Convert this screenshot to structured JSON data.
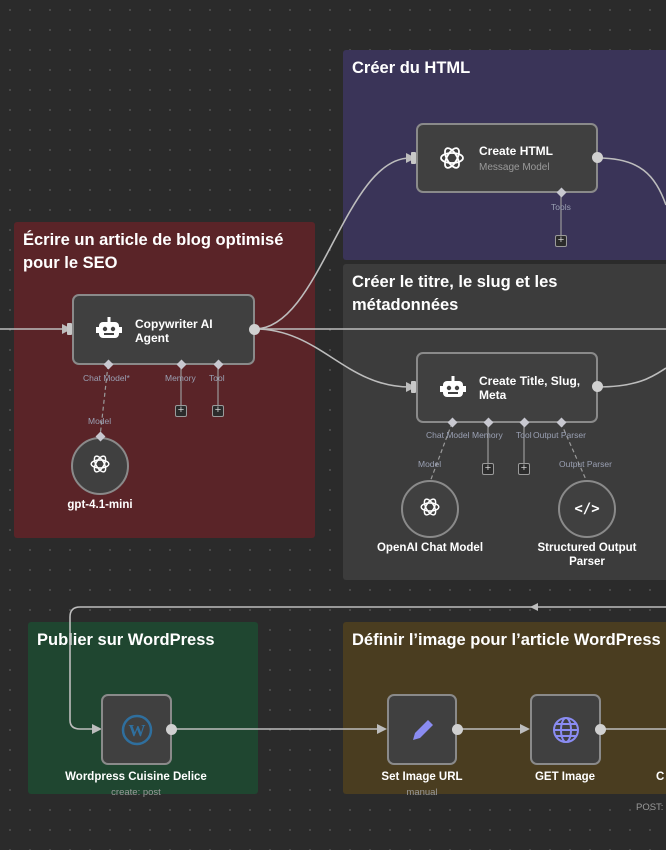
{
  "colors": {
    "canvas": "#2b2b2b",
    "sticky_purple": "#3a3458",
    "sticky_red": "#5a2428",
    "sticky_gray": "#3c3c3c",
    "sticky_green": "#1f4630",
    "sticky_olive": "#4a3d20",
    "wordpress_blue": "#2f6f9e",
    "accent_purple": "#8a8cf2"
  },
  "stickies": {
    "html": {
      "title": "Créer du HTML"
    },
    "seo": {
      "title": "Écrire un article de blog optimisé\npour le SEO"
    },
    "meta": {
      "title": "Créer le titre, le slug et les\nmétadonnées"
    },
    "publish": {
      "title": "Publier sur WordPress"
    },
    "image": {
      "title": "Définir l’image pour l’article WordPress"
    }
  },
  "nodes": {
    "create_html": {
      "label": "Create HTML",
      "sub": "Message Model",
      "port_tools": "Tools",
      "icon": "openai-icon"
    },
    "copywriter": {
      "label": "Copywriter AI\nAgent",
      "icon": "robot-icon",
      "port_chat_model": "Chat Model*",
      "port_memory": "Memory",
      "port_tool": "Tool",
      "port_model": "Model"
    },
    "gpt": {
      "label": "gpt-4.1-mini",
      "icon": "openai-icon"
    },
    "create_title": {
      "label": "Create Title, Slug,\nMeta",
      "icon": "robot-icon",
      "port_chat_model": "Chat Model",
      "port_memory": "Memory",
      "port_tool": "Tool",
      "port_output_parser": "Output Parser",
      "port_model": "Model",
      "port_output_parser_2": "Output Parser"
    },
    "openai_chat": {
      "label": "OpenAI Chat Model",
      "icon": "openai-icon"
    },
    "structured": {
      "label": "Structured Output\nParser",
      "icon": "code-icon"
    },
    "wordpress": {
      "label": "Wordpress Cuisine Delice",
      "sub": "create: post",
      "icon": "wordpress-icon"
    },
    "set_image": {
      "label": "Set Image URL",
      "sub": "manual",
      "icon": "pencil-icon"
    },
    "get_image": {
      "label": "GET Image",
      "icon": "globe-icon"
    },
    "partial": {
      "label": "C",
      "sub": "POST: "
    }
  }
}
